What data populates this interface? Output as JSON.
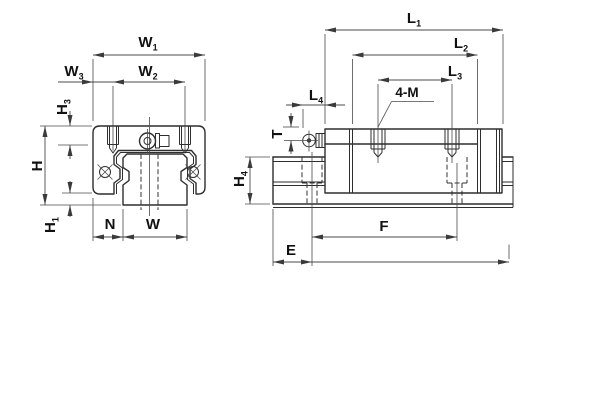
{
  "colors": {
    "background": "#ffffff",
    "object_line": "#2e2e2e",
    "dimension_line": "#4a4a4a",
    "label_text": "#111111"
  },
  "views": {
    "front": {
      "labels": {
        "w1": {
          "base": "W",
          "sub": "1"
        },
        "w3": {
          "base": "W",
          "sub": "3"
        },
        "w2": {
          "base": "W",
          "sub": "2"
        },
        "h3": {
          "base": "H",
          "sub": "3"
        },
        "h": {
          "base": "H",
          "sub": ""
        },
        "h1": {
          "base": "H",
          "sub": "1"
        },
        "n": {
          "base": "N",
          "sub": ""
        },
        "w": {
          "base": "W",
          "sub": ""
        }
      }
    },
    "side": {
      "labels": {
        "l1": {
          "base": "L",
          "sub": "1"
        },
        "l2": {
          "base": "L",
          "sub": "2"
        },
        "l3": {
          "base": "L",
          "sub": "3"
        },
        "l4": {
          "base": "L",
          "sub": "4"
        },
        "holes": {
          "base": "4-M",
          "sub": ""
        },
        "t": {
          "base": "T",
          "sub": ""
        },
        "h4": {
          "base": "H",
          "sub": "4"
        },
        "f": {
          "base": "F",
          "sub": ""
        },
        "e": {
          "base": "E",
          "sub": ""
        }
      }
    }
  }
}
